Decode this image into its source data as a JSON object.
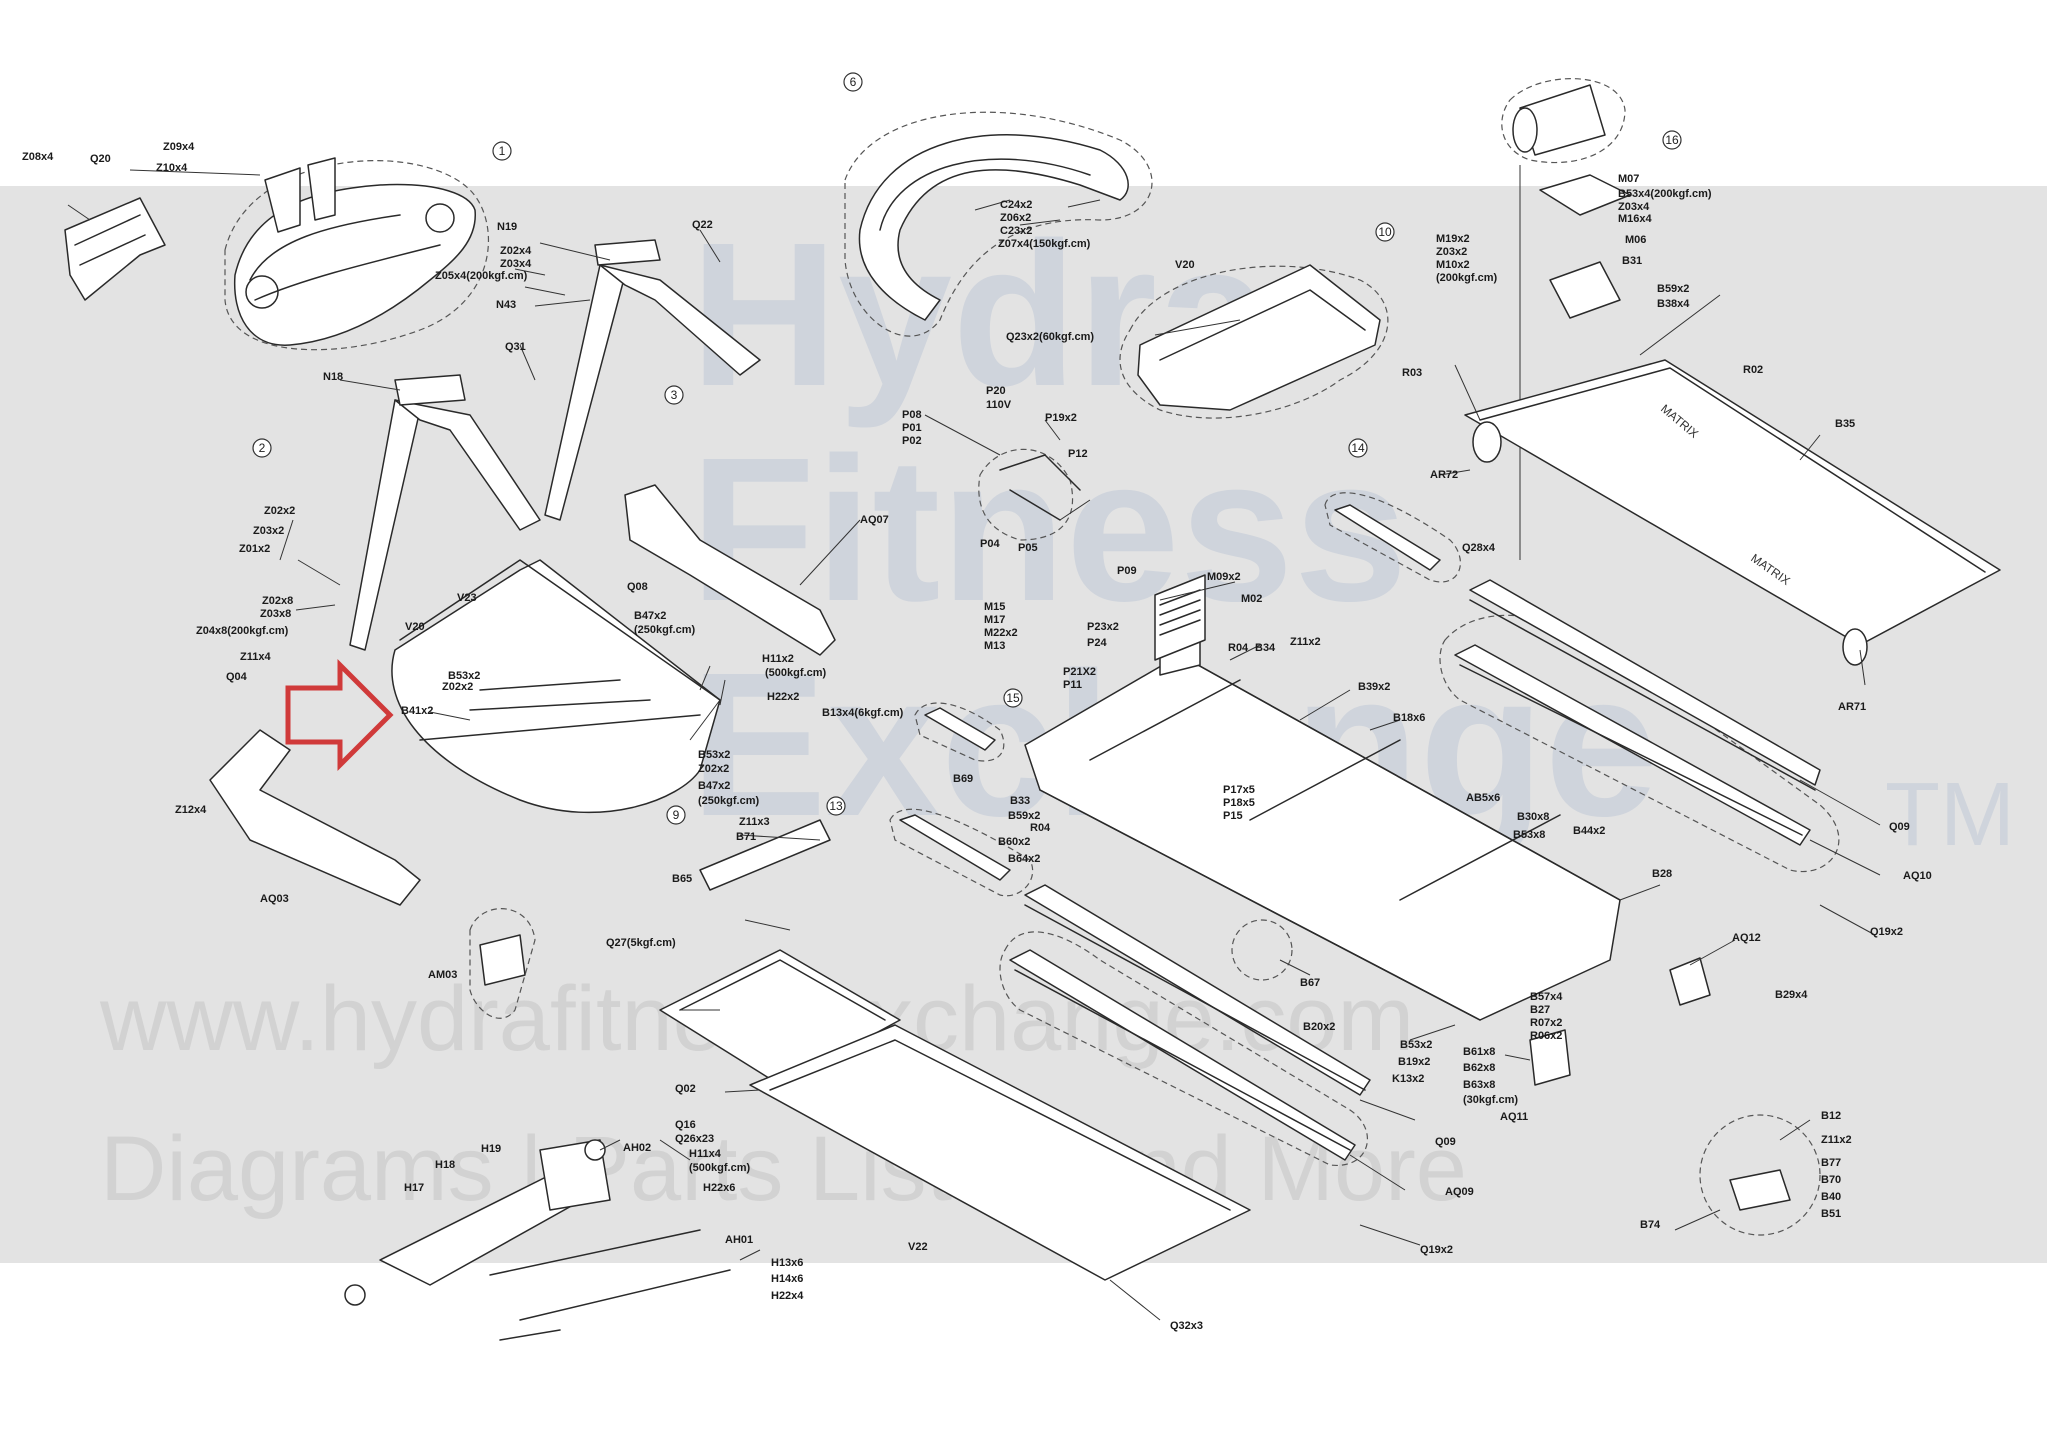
{
  "watermark": {
    "title_lines": [
      "Hydra",
      "Fitness",
      "Exchange"
    ],
    "trademark": "TM",
    "url": "www.hydrafitnessexchange.com",
    "tagline": "Diagrams | Parts Lists | And More"
  },
  "brand_marks": [
    "MATRIX",
    "MATRIX"
  ],
  "colors": {
    "band": "#e3e3e3",
    "arrow": "#d03a3a",
    "line": "#2a2a2a"
  },
  "callouts": [
    "1",
    "2",
    "3",
    "6",
    "9",
    "10",
    "13",
    "14",
    "15",
    "16"
  ],
  "part_labels": [
    "Z08x4",
    "Q20",
    "Z09x4",
    "Z10x4",
    "N19",
    "Z02x4",
    "Z03x4",
    "Z05x4(200kgf.cm)",
    "N43",
    "Q22",
    "N18",
    "Q31",
    "Z02x2",
    "Z03x2",
    "Z01x2",
    "Z02x8",
    "Z03x8",
    "Z04x8(200kgf.cm)",
    "V20",
    "V23",
    "Z11x4",
    "Q04",
    "B53x2",
    "Z02x2",
    "B41x2",
    "B47x2",
    "(250kgf.cm)",
    "H11x2",
    "(500kgf.cm)",
    "H22x2",
    "Q08",
    "AQ07",
    "B53x2",
    "Z02x2",
    "B47x2",
    "(250kgf.cm)",
    "Z12x4",
    "AQ03",
    "AM03",
    "C24x2",
    "Z06x2",
    "C23x2",
    "Z07x4(150kgf.cm)",
    "V20",
    "Q23x2(60kgf.cm)",
    "P08",
    "P01",
    "P02",
    "P20",
    "110V",
    "P19x2",
    "P12",
    "P04",
    "P05",
    "M15",
    "M17",
    "M22x2",
    "M13",
    "P09",
    "M09x2",
    "M02",
    "P23x2",
    "P24",
    "P21X2",
    "P11",
    "R04",
    "B34",
    "Z11x2",
    "B39x2",
    "B18x6",
    "B13x4(6kgf.cm)",
    "B69",
    "B33",
    "B59x2",
    "R04",
    "B60x2",
    "B64x2",
    "P17x5",
    "P18x5",
    "P15",
    "AB5x6",
    "B30x8",
    "B53x8",
    "B44x2",
    "M07",
    "B53x4(200kgf.cm)",
    "Z03x4",
    "M16x4",
    "M19x2",
    "Z03x2",
    "M10x2",
    "(200kgf.cm)",
    "M06",
    "B31",
    "B59x2",
    "B38x4",
    "R03",
    "R02",
    "B35",
    "AR72",
    "AR71",
    "Q28x4",
    "Q09",
    "AQ10",
    "B28",
    "Q19x2",
    "AQ12",
    "B29x4",
    "B67",
    "B57x4",
    "B27",
    "R07x2",
    "R06x2",
    "B20x2",
    "B53x2",
    "B61x8",
    "B19x2",
    "B62x8",
    "K13x2",
    "B63x8",
    "(30kgf.cm)",
    "AQ11",
    "Q09",
    "AQ09",
    "Q19x2",
    "Z11x3",
    "B71",
    "B65",
    "Q27(5kgf.cm)",
    "Q02",
    "Q16",
    "Q26x23",
    "H11x4",
    "(500kgf.cm)",
    "H22x6",
    "H19",
    "H18",
    "H17",
    "AH02",
    "AH01",
    "H13x6",
    "H14x6",
    "H22x4",
    "V22",
    "Q32x3",
    "B12",
    "Z11x2",
    "B77",
    "B70",
    "B40",
    "B51",
    "B74"
  ]
}
